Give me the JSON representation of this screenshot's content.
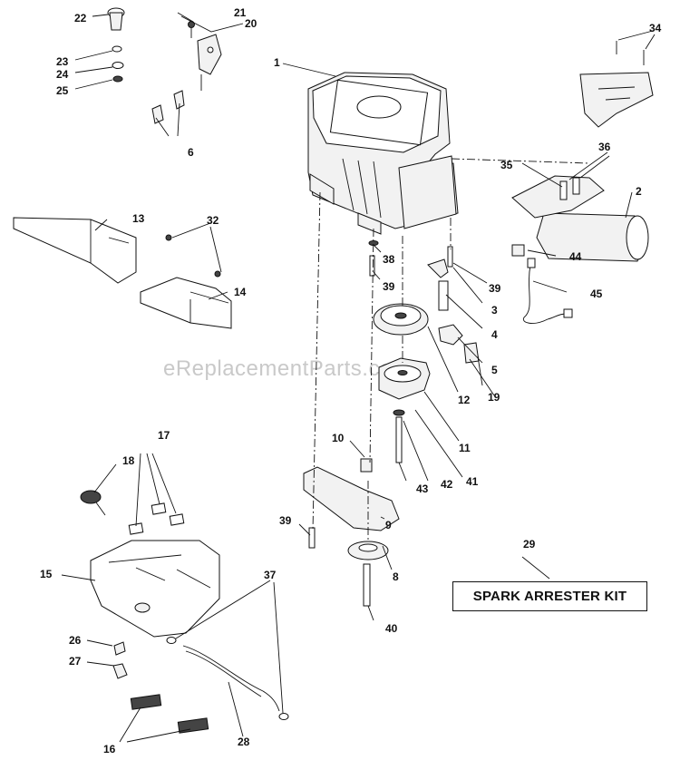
{
  "watermark": "eReplacementParts.com",
  "kit_label": "SPARK ARRESTER KIT",
  "callouts": [
    "1",
    "2",
    "3",
    "4",
    "5",
    "6",
    "8",
    "9",
    "10",
    "11",
    "12",
    "13",
    "14",
    "15",
    "16",
    "17",
    "18",
    "19",
    "20",
    "21",
    "22",
    "23",
    "24",
    "25",
    "26",
    "27",
    "28",
    "29",
    "32",
    "34",
    "35",
    "36",
    "37",
    "38",
    "39",
    "39",
    "39",
    "40",
    "41",
    "42",
    "43",
    "44",
    "45"
  ]
}
